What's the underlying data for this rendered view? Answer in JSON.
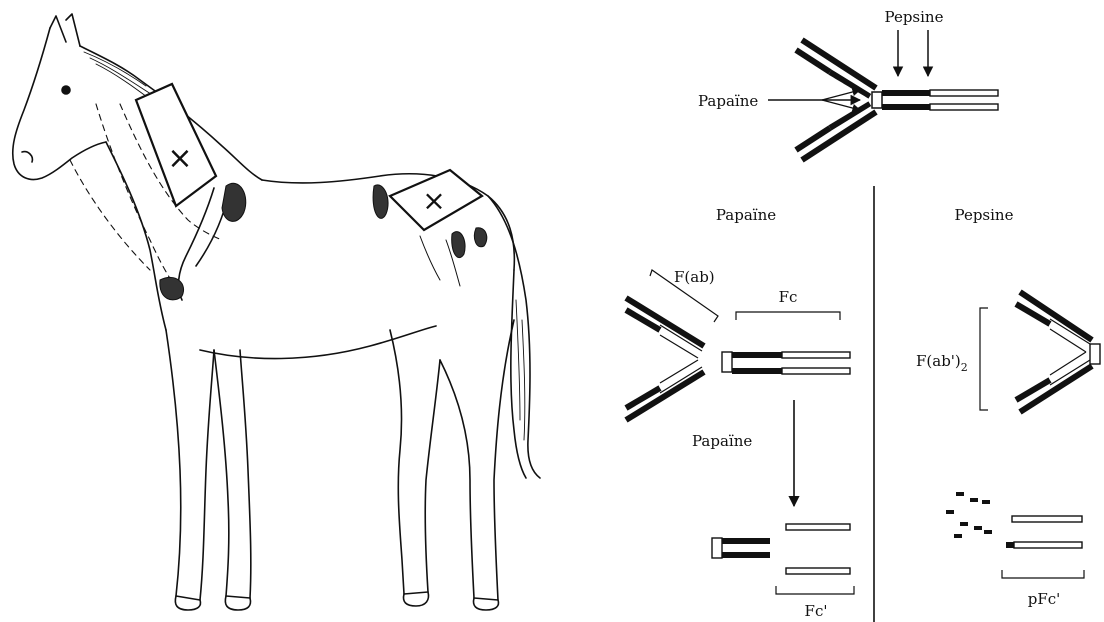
{
  "labels": {
    "pepsine_top": "Pepsine",
    "papaine_top": "Papaïne",
    "papaine_header": "Papaïne",
    "pepsine_header": "Pepsine",
    "fab": "F(ab)",
    "fc": "Fc",
    "papaine_arrow": "Papaïne",
    "fab2": "F(ab')",
    "fab2_sub": "2",
    "fc_prime": "Fc'",
    "pfc_prime": "pFc'"
  },
  "markers": {
    "injection_mark": "×"
  },
  "colors": {
    "ink": "#111111",
    "chain_light": "#ffffff",
    "shade": "#333333"
  }
}
